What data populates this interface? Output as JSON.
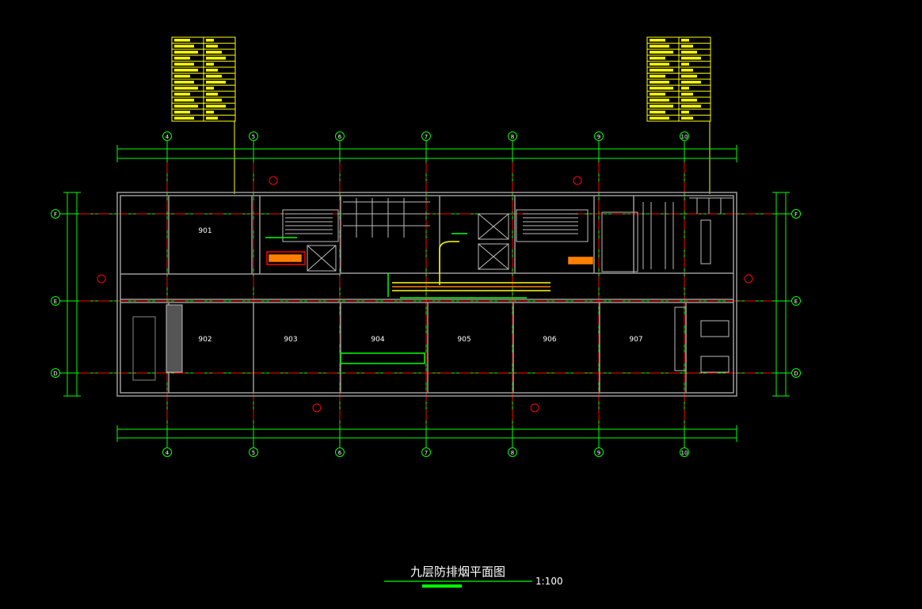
{
  "drawing": {
    "title": "九层防排烟平面图",
    "scale": "1:100"
  },
  "axes": {
    "columns": [
      "4",
      "5",
      "6",
      "7",
      "8",
      "9",
      "10"
    ],
    "rows": [
      "F",
      "E",
      "D"
    ]
  },
  "rooms": [
    {
      "number": "901"
    },
    {
      "number": "902"
    },
    {
      "number": "903"
    },
    {
      "number": "904"
    },
    {
      "number": "905"
    },
    {
      "number": "906"
    },
    {
      "number": "907"
    }
  ],
  "colors": {
    "background": "#000000",
    "wall": "#9a9a9a",
    "axis": "#ff0000",
    "dimension": "#00ff00",
    "table": "#ffff00",
    "duct": "#ff8000"
  }
}
